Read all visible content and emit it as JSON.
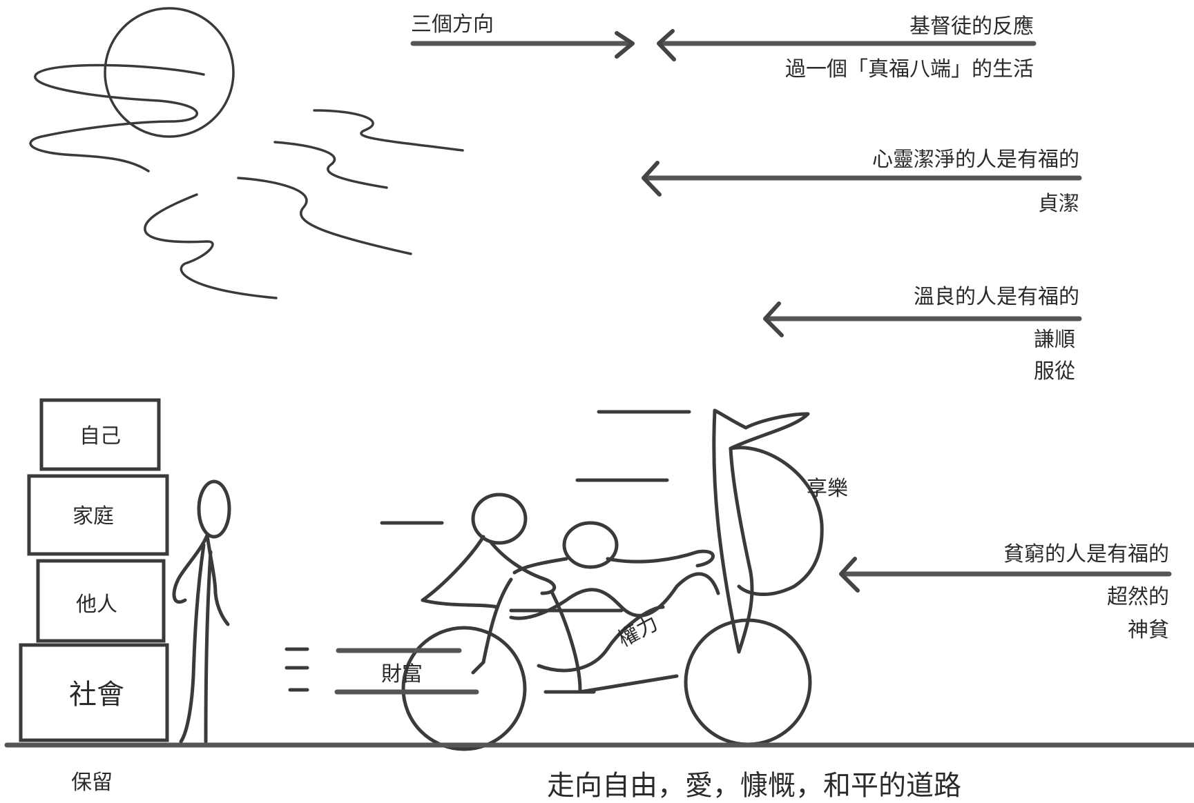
{
  "diagram": {
    "top_left_label": "三個方向",
    "response_title": "基督徒的反應",
    "response_subtitle": "過一個「真福八端」的生活",
    "beatitudes": [
      {
        "title": "心靈潔淨的人是有福的",
        "lines": [
          "貞潔"
        ]
      },
      {
        "title": "溫良的人是有福的",
        "lines": [
          "謙順",
          "服從"
        ]
      },
      {
        "title": "貧窮的人是有福的",
        "lines": [
          "超然的",
          "神貧"
        ]
      }
    ],
    "stack_boxes": [
      "自己",
      "家庭",
      "他人",
      "社會"
    ],
    "stack_caption": "保留",
    "bike_labels": {
      "pleasure": "享樂",
      "power": "權力",
      "wealth": "財富"
    },
    "bottom_caption": "走向自由，愛，慷慨，和平的道路"
  }
}
